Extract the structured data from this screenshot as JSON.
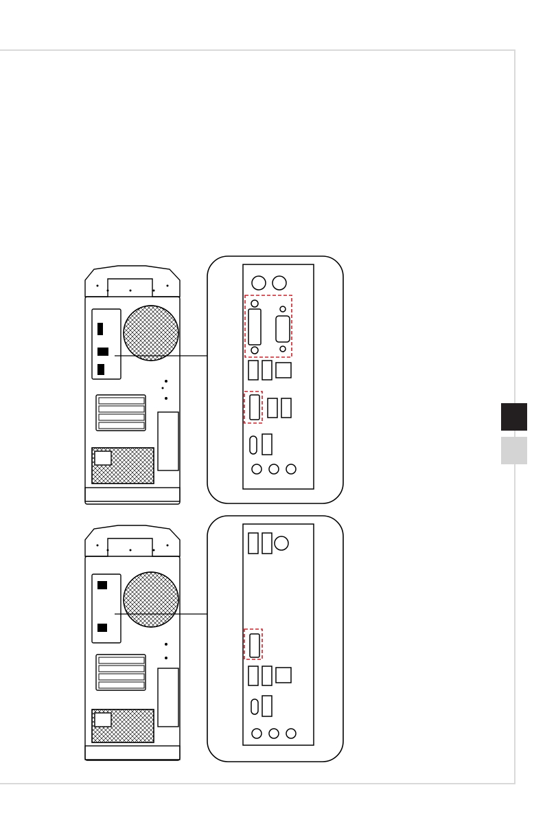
{
  "page": {
    "section_tabs": [
      {
        "state": "active",
        "color": "#231f20"
      },
      {
        "state": "inactive",
        "color": "#d4d4d4"
      }
    ],
    "figures": [
      {
        "id": "io-panel-with-dvi-vga-hdmi",
        "highlight_color": "#c8202a"
      },
      {
        "id": "io-panel-with-hdmi",
        "highlight_color": "#c8202a"
      }
    ]
  }
}
